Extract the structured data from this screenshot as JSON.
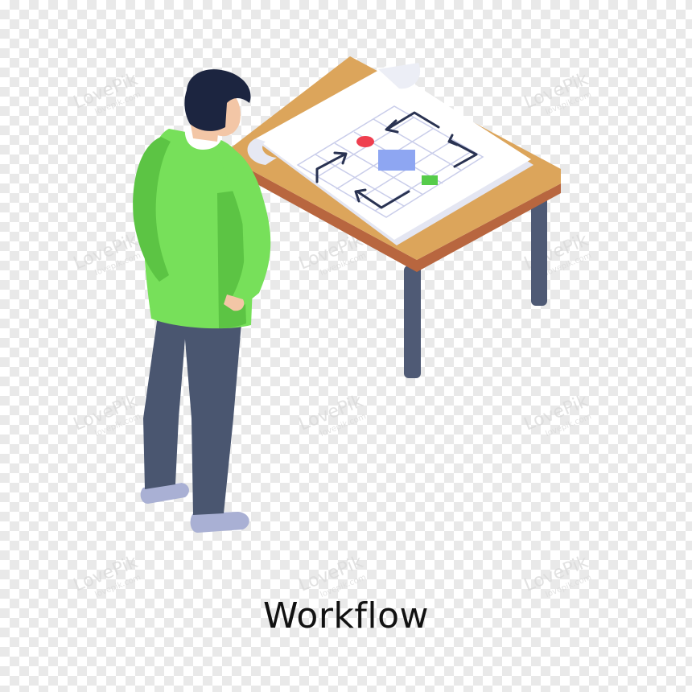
{
  "caption": "Workflow",
  "watermark": {
    "brand": "LovePik",
    "site": "lovepik.com"
  },
  "colors": {
    "shirt": "#77e05a",
    "shirt_shadow": "#5cc444",
    "pants": "#4a5670",
    "hair": "#1c2540",
    "skin": "#f3c6a6",
    "shoes": "#a9b0d4",
    "table_top": "#dca55b",
    "table_edge": "#b8663f",
    "table_legs": "#4f5a75",
    "paper": "#ffffff",
    "grid_line": "#c9cdea",
    "flow_box": "#8ea6f2",
    "flow_circle": "#ef3f4f",
    "flow_square": "#56cc4a",
    "arrow": "#2a3352"
  }
}
